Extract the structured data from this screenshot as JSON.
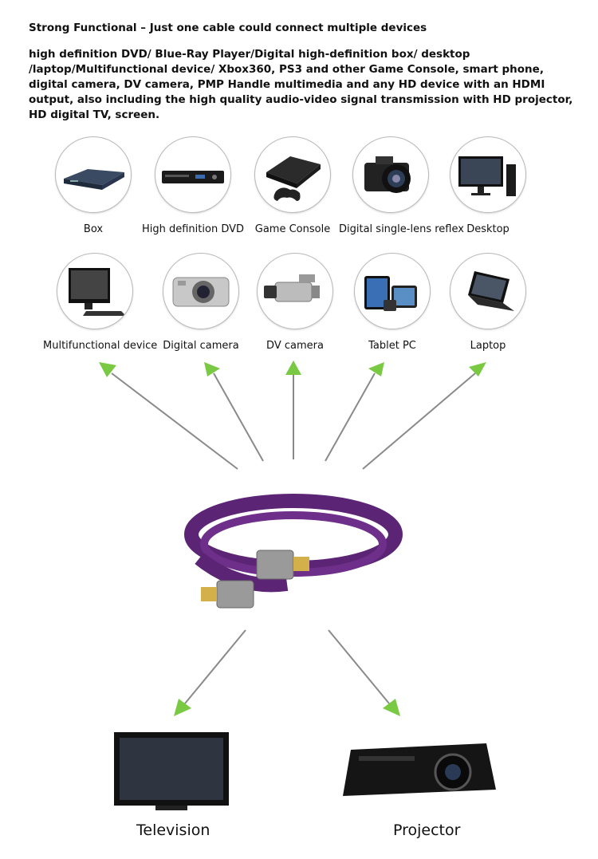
{
  "header": {
    "title": "Strong Functional – Just one cable could connect multiple devices",
    "description": "high definition DVD/ Blue-Ray Player/Digital high-definition box/ desktop /laptop/Multifunctional device/ Xbox360, PS3 and other Game Console, smart phone, digital camera, DV camera, PMP Handle multimedia and any HD device with an HDMI output, also including the high quality audio-video signal transmission with HD projector, HD digital TV, screen."
  },
  "devices_row1": [
    {
      "label": "Box",
      "icon": "settop-box-icon"
    },
    {
      "label": "High definition DVD",
      "icon": "dvd-player-icon"
    },
    {
      "label": "Game Console",
      "icon": "game-console-icon"
    },
    {
      "label": "Digital single-lens reflex",
      "icon": "dslr-camera-icon"
    },
    {
      "label": "Desktop",
      "icon": "desktop-computer-icon"
    }
  ],
  "devices_row2": [
    {
      "label": "Multifunctional device",
      "icon": "all-in-one-pc-icon"
    },
    {
      "label": "Digital camera",
      "icon": "compact-camera-icon"
    },
    {
      "label": "DV camera",
      "icon": "camcorder-icon"
    },
    {
      "label": "Tablet PC",
      "icon": "tablet-icon"
    },
    {
      "label": "Laptop",
      "icon": "laptop-icon"
    }
  ],
  "outputs": [
    {
      "label": "Television",
      "icon": "television-icon"
    },
    {
      "label": "Projector",
      "icon": "projector-icon"
    }
  ],
  "colors": {
    "arrow": "#7ac943",
    "cable": "#5b2474",
    "circle_border": "#b9b9b9"
  }
}
